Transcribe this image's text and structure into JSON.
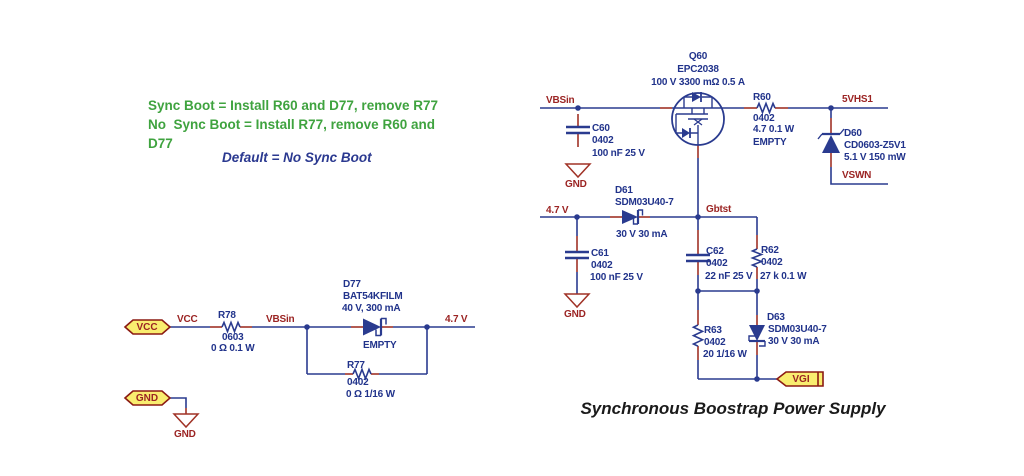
{
  "title": "Synchronous Boostrap Power Supply",
  "notes": {
    "green_line1": "Sync Boot = Install R60 and D77, remove R77",
    "green_line2": "No  Sync Boot = Install R77, remove R60 and",
    "green_line3": "D77",
    "default_line": "Default = No Sync Boot"
  },
  "connectors": {
    "vcc": "VCC",
    "gnd": "GND",
    "vgi": "VGI"
  },
  "nets": {
    "vcc": "VCC",
    "vbsin_left": "VBSin",
    "v47_left": "4.7 V",
    "gnd_left": "GND",
    "vbsin_right": "VBSin",
    "gnd_c60": "GND",
    "v47_right": "4.7 V",
    "gnd_c61": "GND",
    "gbtst": "Gbtst",
    "vhs1": "5VHS1",
    "vswn": "VSWN"
  },
  "components": {
    "r78": {
      "ref": "R78",
      "package": "0603",
      "value": "0 Ω 0.1 W"
    },
    "d77": {
      "ref": "D77",
      "part": "BAT54KFILM",
      "rating": "40 V, 300 mA",
      "stuffing": "EMPTY"
    },
    "r77": {
      "ref": "R77",
      "package": "0402",
      "value": "0 Ω 1/16 W"
    },
    "q60": {
      "ref": "Q60",
      "part": "EPC2038",
      "rating": "100 V 3300 mΩ 0.5 A"
    },
    "c60": {
      "ref": "C60",
      "package": "0402",
      "value": "100 nF 25 V"
    },
    "r60": {
      "ref": "R60",
      "package": "0402",
      "value": "4.7 0.1 W",
      "stuffing": "EMPTY"
    },
    "d60": {
      "ref": "D60",
      "part": "CD0603-Z5V1",
      "rating": "5.1 V 150 mW"
    },
    "d61": {
      "ref": "D61",
      "part": "SDM03U40-7",
      "rating": "30 V 30 mA"
    },
    "c61": {
      "ref": "C61",
      "package": "0402",
      "value": "100 nF 25 V"
    },
    "c62": {
      "ref": "C62",
      "package": "0402",
      "value": "22 nF 25 V"
    },
    "r62": {
      "ref": "R62",
      "package": "0402",
      "value": "27 k 0.1 W"
    },
    "r63": {
      "ref": "R63",
      "package": "0402",
      "value": "20 1/16 W"
    },
    "d63": {
      "ref": "D63",
      "part": "SDM03U40-7",
      "rating": "30 V 30 mA"
    }
  },
  "colors": {
    "wire": "#2A3B8F",
    "pin": "#A03226",
    "net_text": "#9B2423",
    "part_text": "#21338B",
    "connector_fill": "#F9ED6F",
    "connector_border": "#8B1A12",
    "note_green": "#3FA33F",
    "note_blue": "#2B3990",
    "title_text": "#1A1A1A"
  }
}
